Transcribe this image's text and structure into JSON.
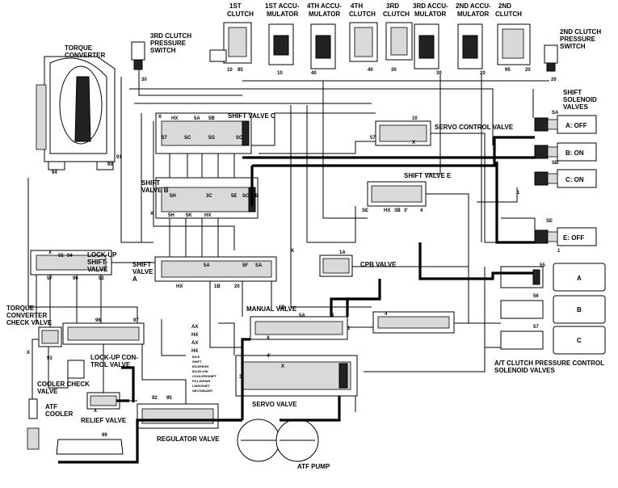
{
  "components": {
    "clutch_1st": [
      "1ST",
      "CLUTCH"
    ],
    "acc_1st": [
      "1ST ACCU-",
      "MULATOR"
    ],
    "acc_4th": [
      "4TH ACCU-",
      "MULATOR"
    ],
    "clutch_4th": [
      "4TH",
      "CLUTCH"
    ],
    "clutch_3rd": [
      "3RD",
      "CLUTCH"
    ],
    "acc_3rd": [
      "3RD ACCU-",
      "MULATOR"
    ],
    "acc_2nd": [
      "2ND ACCU-",
      "MULATOR"
    ],
    "clutch_2nd": [
      "2ND",
      "CLUTCH"
    ],
    "switch_3rd": [
      "3RD CLUTCH",
      "PRESSURE",
      "SWITCH"
    ],
    "switch_2nd": [
      "2ND CLUTCH",
      "PRESSURE",
      "SWITCH"
    ],
    "torque_converter": [
      "TORQUE",
      "CONVERTER"
    ],
    "shift_solenoids": [
      "SHIFT",
      "SOLENOID",
      "VALVES"
    ],
    "shift_valve_c": "SHIFT VALVE C",
    "servo_control_valve": "SERVO CONTROL VALVE",
    "shift_valve_b": [
      "SHIFT",
      "VALVE B"
    ],
    "shift_valve_e": "SHIFT VALVE E",
    "lockup_shift_valve": [
      "LOCK-UP",
      "SHIFT-",
      "VALVE"
    ],
    "shift_valve_a": [
      "SHIFT",
      "VALVE",
      "A"
    ],
    "cpb_valve": "CPB VALVE",
    "tc_check_valve": [
      "TORQUE",
      "CONVERTER",
      "CHECK VALVE"
    ],
    "manual_valve": "MANUAL VALVE",
    "lockup_control_valve": [
      "LOCK-UP CON-",
      "TROL VALVE"
    ],
    "cooler_check_valve": [
      "COOLER CHECK",
      "VALVE"
    ],
    "atf_cooler": [
      "ATF",
      "COOLER"
    ],
    "relief_valve": "RELIEF VALVE",
    "servo_valve": "SERVO VALVE",
    "regulator_valve": "REGULATOR VALVE",
    "atf_pump": "ATF PUMP",
    "at_clutch_solenoids": [
      "A/T CLUTCH PRESSURE CONTROL",
      "SOLENOID VALVES"
    ]
  },
  "solenoids": {
    "a": "A: OFF",
    "b": "B: ON",
    "c": "C: ON",
    "e": "E: OFF"
  },
  "pressure_solenoids": [
    "A",
    "B",
    "C"
  ],
  "port_codes": {
    "p10": "10",
    "p10b": "10",
    "p95": "95",
    "p40": "40",
    "p40b": "40",
    "p30": "30",
    "p30b": "30",
    "p20": "20",
    "p20b": "20",
    "p91": "91",
    "p90": "90",
    "p94": "94",
    "p57": "57",
    "p99": "99",
    "p92": "92",
    "p93": "93",
    "p96": "96",
    "p97": "97",
    "p55": "55",
    "p56": "56",
    "p5K": "5K",
    "sa": "SA",
    "sb": "SB",
    "sc": "SC",
    "se": "SE",
    "x": "X",
    "one": "1",
    "three": "3",
    "four": "4",
    "hx": "HX",
    "ax": "AX",
    "fivea": "5A",
    "onea": "1A",
    "oneb": "1B",
    "fiveg": "5G",
    "fiveh": "5H",
    "fivef": "5F",
    "fivee": "5E",
    "fiveb": "5B",
    "threec": "3C",
    "threeb": "3B",
    "threep": "3'",
    "fourp": "4'",
    "fourpp": "4''",
    "ninetyfive": "95"
  },
  "legend_tiny": [
    "IDLE",
    "SHIFT",
    "COLOR",
    "IDLE/HIGH",
    "IDLE/LOW",
    "IDLE/SHIFT",
    "COOLER/SHIFT",
    "LEAK/SHIFT",
    "FILL/DRAIN",
    "LINE/SHIFT",
    "SECONDARY"
  ]
}
